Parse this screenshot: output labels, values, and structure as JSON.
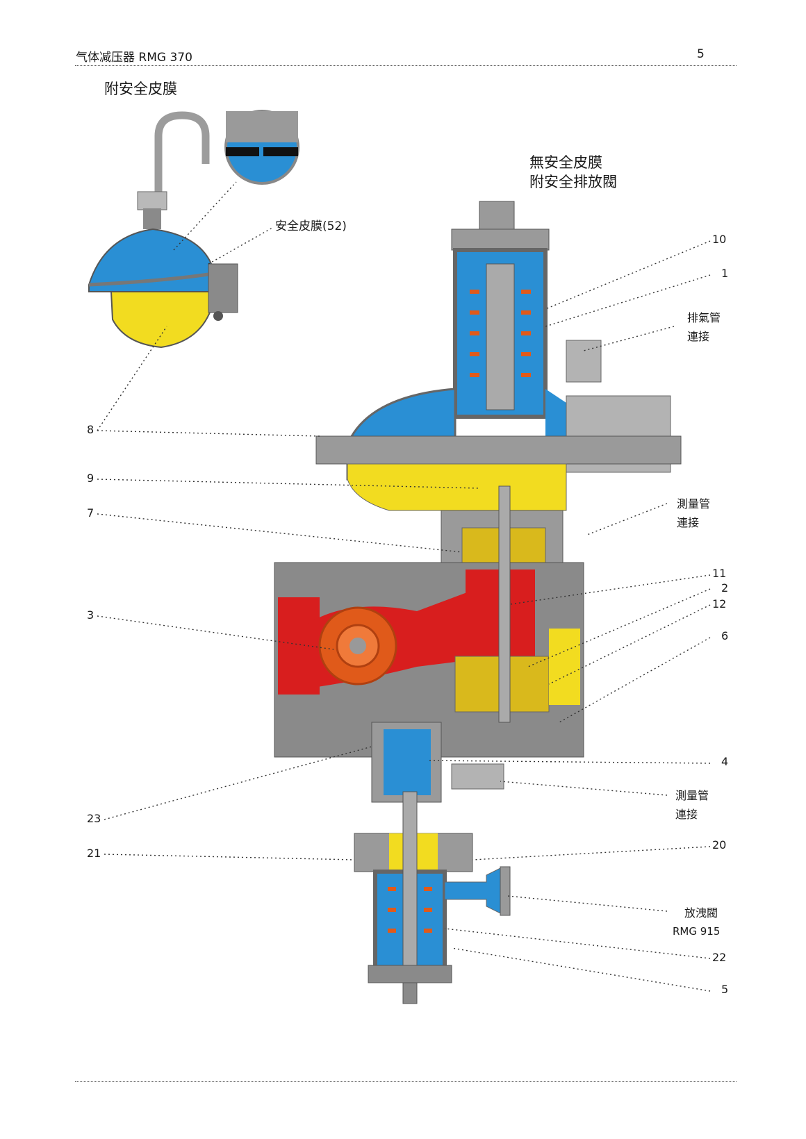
{
  "header": {
    "title": "气体减压器 RMG 370",
    "page": "5"
  },
  "captions": {
    "with_membrane": "附安全皮膜",
    "without_membrane_1": "無安全皮膜",
    "without_membrane_2": "附安全排放閥",
    "safety_membrane": "安全皮膜(52)"
  },
  "labels": {
    "vent_1": "排氣管",
    "vent_2": "連接",
    "measure_a_1": "測量管",
    "measure_a_2": "連接",
    "measure_b_1": "測量管",
    "measure_b_2": "連接",
    "relief_1": "放洩閥",
    "relief_2": "RMG 915"
  },
  "numbers": {
    "n10": "10",
    "n1": "1",
    "n11": "11",
    "n2": "2",
    "n12": "12",
    "n6": "6",
    "n4": "4",
    "n20": "20",
    "n22": "22",
    "n5": "5",
    "n8": "8",
    "n9": "9",
    "n7": "7",
    "n3": "3",
    "n23": "23",
    "n21": "21"
  },
  "colors": {
    "gas_inlet": "#d81e1e",
    "gas_outlet": "#f2dc20",
    "control": "#2a8fd4",
    "body": "#8a8a8a",
    "spring": "#e05a1a"
  }
}
